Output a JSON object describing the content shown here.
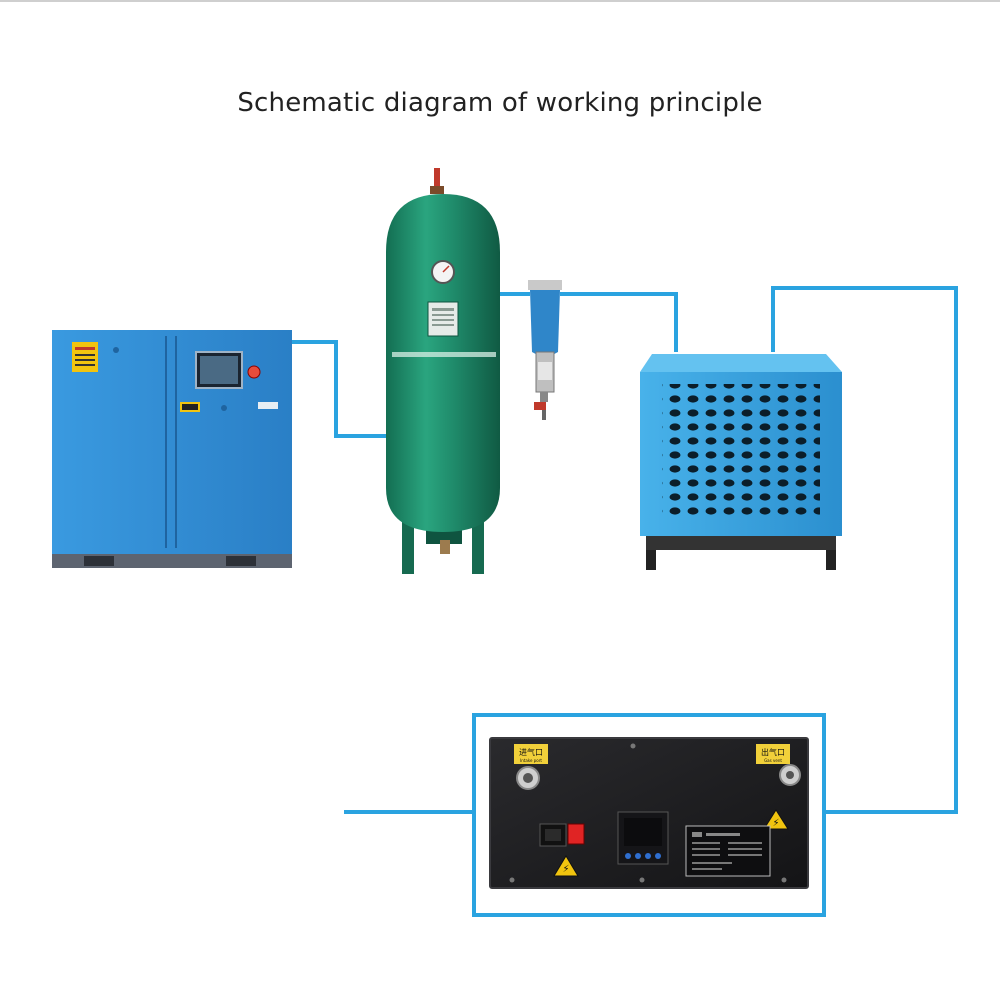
{
  "title": "Schematic diagram of working principle",
  "colors": {
    "pipe": "#2aa3e0",
    "compressor": "#2f8ed8",
    "tank": "#1f8a6a",
    "dryer": "#35a6e2",
    "generator_body": "#1b1b1d",
    "frame": "#2aa3e0"
  },
  "components": [
    {
      "name": "air-compressor",
      "icon": "screw-compressor"
    },
    {
      "name": "air-receiver-tank",
      "icon": "pressure-tank"
    },
    {
      "name": "filter",
      "icon": "inline-filter"
    },
    {
      "name": "refrigerated-dryer",
      "icon": "dryer-cabinet"
    },
    {
      "name": "generator-panel",
      "icon": "control-panel"
    }
  ],
  "generator": {
    "inlet_cn": "进气口",
    "inlet_en": "Intake port",
    "outlet_cn": "出气口",
    "outlet_en": "Gas vent"
  }
}
